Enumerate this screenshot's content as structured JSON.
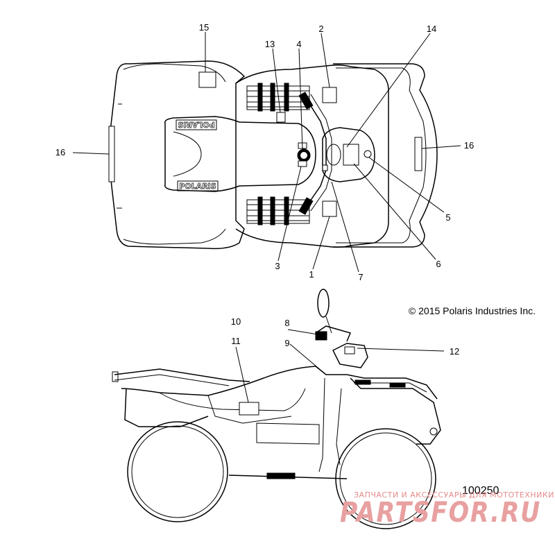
{
  "callouts_top": [
    "15",
    "13",
    "4",
    "2",
    "14",
    "16",
    "16",
    "5",
    "6",
    "7",
    "1",
    "3"
  ],
  "callouts_side": [
    "10",
    "11",
    "8",
    "9",
    "12"
  ],
  "copyright": "© 2015 Polaris Industries Inc.",
  "drawing_number": "100250",
  "logo_text": "POLARIS",
  "watermark": {
    "subtitle": "ЗАПЧАСТИ И АКСЕССУАРЫ ДЛЯ МОТОТЕХНИКИ",
    "brand": "PARTSFOR.RU"
  }
}
